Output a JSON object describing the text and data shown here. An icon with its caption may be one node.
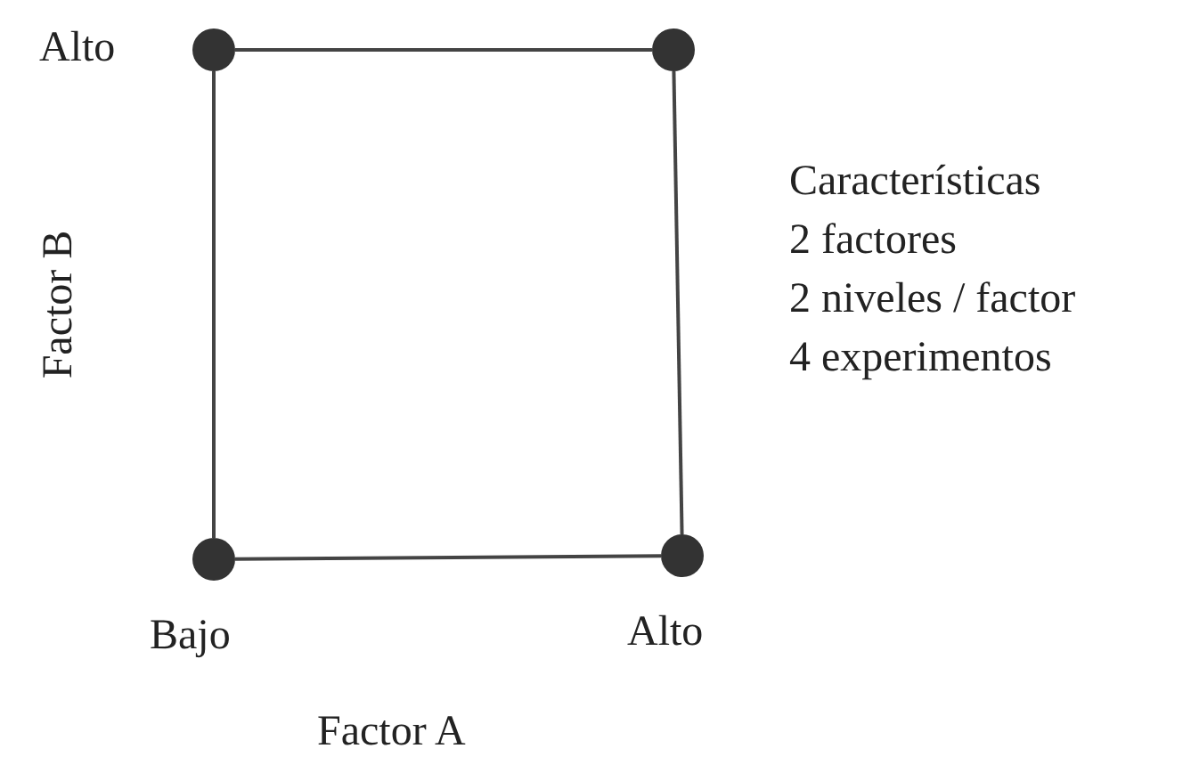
{
  "diagram": {
    "nodes": [
      {
        "text": [],
        "shape": "circle",
        "beside": [
          "Alto"
        ]
      },
      {
        "text": [],
        "shape": "circle"
      },
      {
        "text": [],
        "shape": "circle",
        "beside": [
          "Bajo"
        ]
      },
      {
        "text": [],
        "shape": "circle",
        "beside": [
          "Alto"
        ]
      }
    ],
    "edges": [
      {
        "from": 0,
        "to": 1,
        "arrow": "none"
      },
      {
        "from": 0,
        "to": 2,
        "arrow": "none"
      },
      {
        "from": 1,
        "to": 3,
        "arrow": "none"
      },
      {
        "from": 2,
        "to": 3,
        "arrow": "none"
      }
    ],
    "labels": [
      "Factor B",
      "Características",
      "2 factores",
      "2 niveles / factor",
      "4 experimentos",
      "Factor A"
    ]
  }
}
